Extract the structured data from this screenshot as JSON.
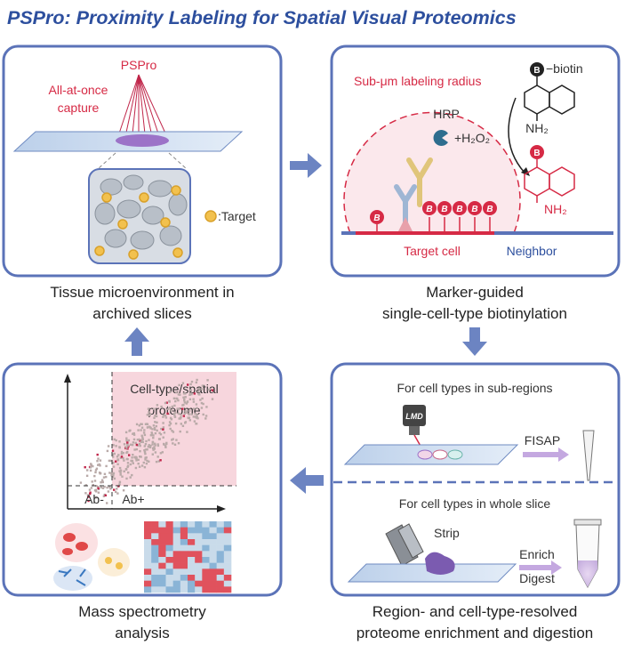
{
  "title": "PSPro: Proximity Labeling for Spatial Visual Proteomics",
  "panel1": {
    "pspro_label": "PSPro",
    "capture_line1": "All-at-once",
    "capture_line2": "capture",
    "legend_target": ":Target",
    "caption_line1": "Tissue microenvironment in",
    "caption_line2": "archived slices"
  },
  "panel2": {
    "radius_label": "Sub-μm labeling radius",
    "hrp_label": "HRP",
    "h2o2_label": "+H₂O₂",
    "biotin_label": "−biotin",
    "nh2_top": "NH₂",
    "nh2_bottom": "NH₂",
    "b_letter": "B",
    "target_cell_label": "Target cell",
    "neighbor_label": "Neighbor",
    "caption_line1": "Marker-guided",
    "caption_line2": "single-cell-type biotinylation"
  },
  "panel3": {
    "subregions_label": "For cell types in sub-regions",
    "lmd_label": "LMD",
    "fisap_label": "FISAP",
    "whole_slice_label": "For cell types in whole slice",
    "strip_label": "Strip",
    "enrich_label": "Enrich",
    "digest_label": "Digest",
    "caption_line1": "Region- and cell-type-resolved",
    "caption_line2": "proteome enrichment and digestion"
  },
  "panel4": {
    "highlight_line1": "Cell-type/spatial",
    "highlight_line2": "proteome",
    "ab_minus": "Ab-",
    "ab_plus": "Ab+",
    "caption_line1": "Mass spectrometry",
    "caption_line2": "analysis"
  },
  "colors": {
    "panel_border": "#5b73b8",
    "accent_red": "#d62a45",
    "accent_blue": "#2d4f9e",
    "arrow": "#6c84c2",
    "target_yellow": "#f2c14e",
    "highlight_pink": "#f7d6dd"
  }
}
